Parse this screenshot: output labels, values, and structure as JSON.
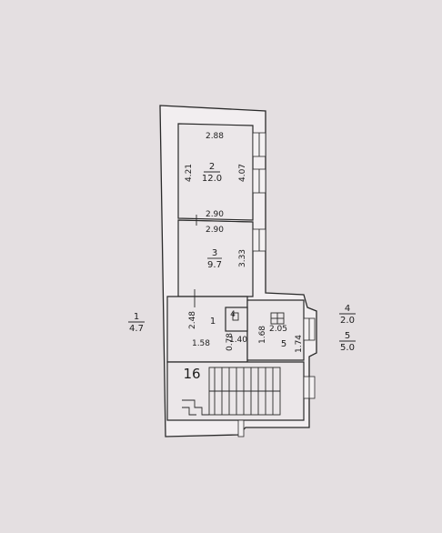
{
  "rooms": {
    "r1": {
      "number": "1",
      "area": "4.7"
    },
    "r2": {
      "number": "2",
      "area": "12.0"
    },
    "r3": {
      "number": "3",
      "area": "9.7"
    },
    "r4": {
      "number": "4",
      "area": "2.0"
    },
    "r5": {
      "number": "5",
      "area": "5.0"
    }
  },
  "plan_number": "16",
  "dimensions": {
    "d288": "2.88",
    "d421": "4.21",
    "d407": "4.07",
    "d290a": "2.90",
    "d290b": "2.90",
    "d333": "3.33",
    "d248": "2.48",
    "d158": "1.58",
    "d140": "1.40",
    "d078": "0.78",
    "d168": "1.68",
    "d205": "2.05",
    "d174": "1.74"
  },
  "small_labels": {
    "room_1": "1",
    "room_4": "4",
    "room_5": "5"
  }
}
